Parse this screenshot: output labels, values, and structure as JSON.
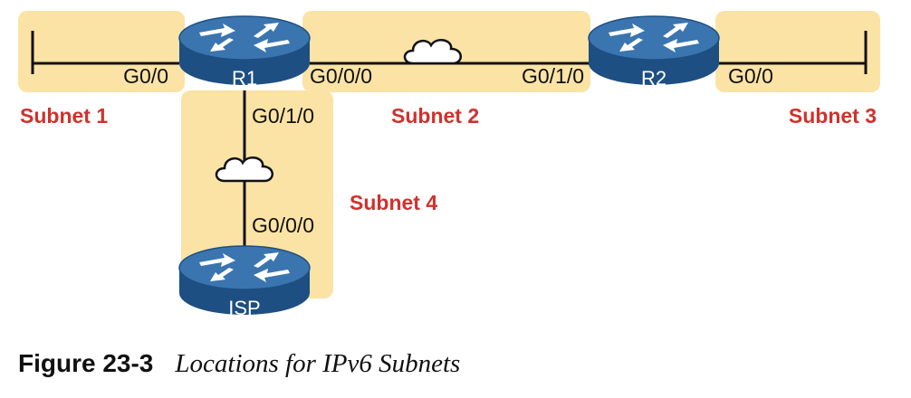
{
  "colors": {
    "subnet_fill": "#fbe3a5",
    "subnet_label": "#d0312d",
    "router_top": "#3a75b0",
    "router_side": "#1d4f82",
    "line": "#111111",
    "cloud_fill": "#ffffff"
  },
  "routers": {
    "r1": {
      "name": "R1",
      "icon": "router-icon"
    },
    "r2": {
      "name": "R2",
      "icon": "router-icon"
    },
    "isp": {
      "name": "ISP",
      "icon": "router-icon"
    }
  },
  "interfaces": {
    "r1_g00": "G0/0",
    "r1_g000": "G0/0/0",
    "r1_g010": "G0/1/0",
    "r2_g010": "G0/1/0",
    "r2_g00": "G0/0",
    "isp_g000": "G0/0/0"
  },
  "subnets": {
    "s1": "Subnet 1",
    "s2": "Subnet 2",
    "s3": "Subnet 3",
    "s4": "Subnet 4"
  },
  "clouds": [
    "wan-cloud-icon",
    "wan-cloud-icon"
  ],
  "caption": {
    "number": "Figure 23-3",
    "title": "Locations for IPv6 Subnets"
  }
}
